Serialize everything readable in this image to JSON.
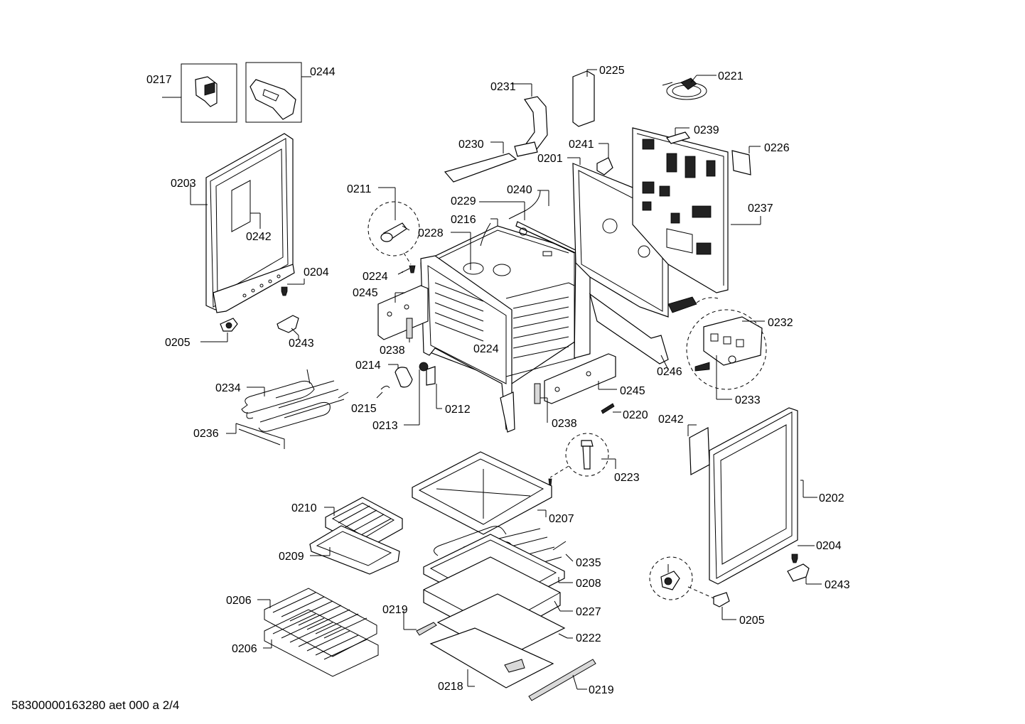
{
  "footer": "58300000163280 aet 000 a 2/4",
  "labels": {
    "l0217": "0217",
    "l0244": "0244",
    "l0203": "0203",
    "l0242a": "0242",
    "l0204a": "0204",
    "l0205a": "0205",
    "l0243a": "0243",
    "l0211": "0211",
    "l0224a": "0224",
    "l0245a": "0245",
    "l0238a": "0238",
    "l0214": "0214",
    "l0215": "0215",
    "l0213": "0213",
    "l0212": "0212",
    "l0234": "0234",
    "l0236": "0236",
    "l0231": "0231",
    "l0230": "0230",
    "l0225": "0225",
    "l0221": "0221",
    "l0241": "0241",
    "l0201": "0201",
    "l0239": "0239",
    "l0226": "0226",
    "l0229": "0229",
    "l0240": "0240",
    "l0216": "0216",
    "l0228": "0228",
    "l0237": "0237",
    "l0224b": "0224",
    "l0246": "0246",
    "l0232": "0232",
    "l0233": "0233",
    "l0245b": "0245",
    "l0238b": "0238",
    "l0220": "0220",
    "l0223": "0223",
    "l0242b": "0242",
    "l0202": "0202",
    "l0210": "0210",
    "l0209": "0209",
    "l0207": "0207",
    "l0235": "0235",
    "l0208": "0208",
    "l0227": "0227",
    "l0222": "0222",
    "l0219a": "0219",
    "l0219b": "0219",
    "l0218": "0218",
    "l0206a": "0206",
    "l0206b": "0206",
    "l0204b": "0204",
    "l0243b": "0243",
    "l0205b": "0205"
  }
}
